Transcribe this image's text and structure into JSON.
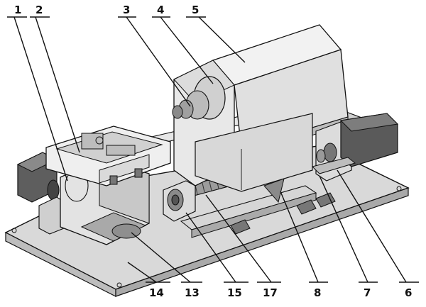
{
  "labels": {
    "l1": "1",
    "l2": "2",
    "l3": "3",
    "l4": "4",
    "l5": "5",
    "l6": "6",
    "l7": "7",
    "l8": "8",
    "l13": "13",
    "l14": "14",
    "l15": "15",
    "l17": "17"
  }
}
